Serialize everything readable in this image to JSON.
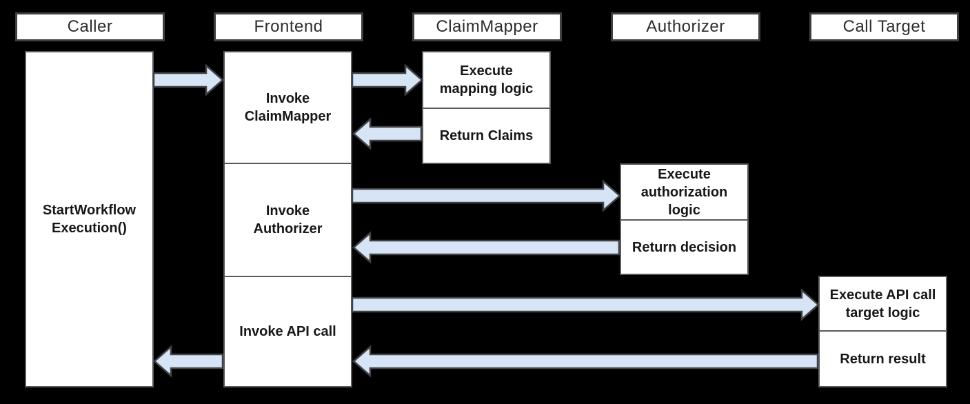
{
  "colors": {
    "background": "#000000",
    "box_fill": "#ffffff",
    "box_border": "#58595b",
    "header_border": "#404043",
    "header_text": "#2d2d30",
    "box_text": "#17171a",
    "arrow_fill": "#d7e4f5",
    "arrow_stroke": "#404346"
  },
  "lanes": [
    {
      "header": "Caller"
    },
    {
      "header": "Frontend"
    },
    {
      "header": "ClaimMapper"
    },
    {
      "header": "Authorizer"
    },
    {
      "header": "Call Target"
    }
  ],
  "caller": {
    "label": "StartWorkflow\nExecution()"
  },
  "frontend": {
    "steps": [
      {
        "label": "Invoke\nClaimMapper"
      },
      {
        "label": "Invoke\nAuthorizer"
      },
      {
        "label": "Invoke API call"
      }
    ]
  },
  "claim_mapper": {
    "steps": [
      {
        "label": "Execute\nmapping logic"
      },
      {
        "label": "Return Claims"
      }
    ]
  },
  "authorizer": {
    "steps": [
      {
        "label": "Execute\nauthorization\nlogic"
      },
      {
        "label": "Return decision"
      }
    ]
  },
  "call_target": {
    "steps": [
      {
        "label": "Execute API call\ntarget logic"
      },
      {
        "label": "Return result"
      }
    ]
  },
  "arrows": [
    {
      "from": "Caller",
      "to": "Frontend"
    },
    {
      "from": "Frontend",
      "to": "ClaimMapper"
    },
    {
      "from": "ClaimMapper",
      "to": "Frontend"
    },
    {
      "from": "Frontend",
      "to": "Authorizer"
    },
    {
      "from": "Authorizer",
      "to": "Frontend"
    },
    {
      "from": "Frontend",
      "to": "Call Target"
    },
    {
      "from": "Call Target",
      "to": "Frontend"
    },
    {
      "from": "Frontend",
      "to": "Caller"
    }
  ]
}
